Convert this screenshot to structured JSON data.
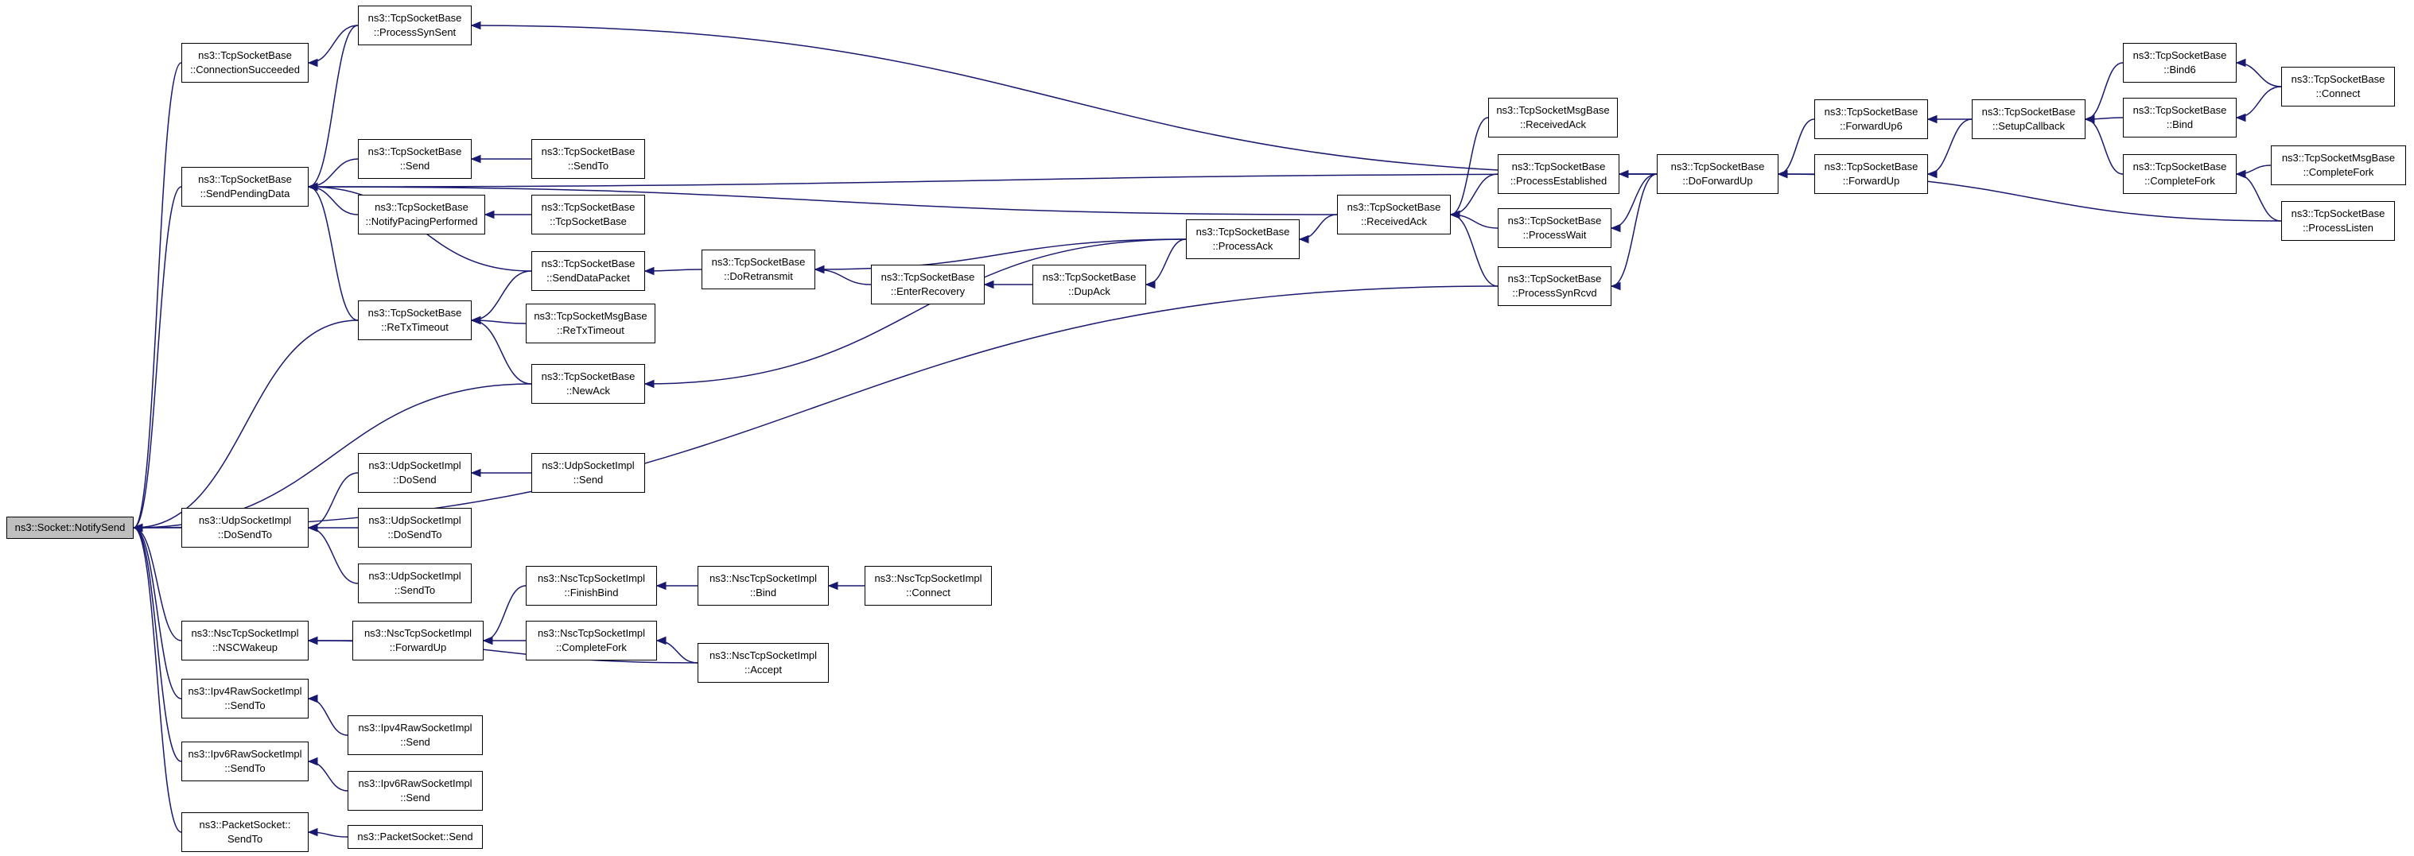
{
  "graph": {
    "nodes": [
      {
        "id": "root",
        "lines": [
          "ns3::Socket::NotifySend"
        ]
      },
      {
        "id": "connSucceeded",
        "lines": [
          "ns3::TcpSocketBase",
          "::ConnectionSucceeded"
        ]
      },
      {
        "id": "sendPendingData",
        "lines": [
          "ns3::TcpSocketBase",
          "::SendPendingData"
        ]
      },
      {
        "id": "udpDoSendTo",
        "lines": [
          "ns3::UdpSocketImpl",
          "::DoSendTo"
        ]
      },
      {
        "id": "nscWakeup",
        "lines": [
          "ns3::NscTcpSocketImpl",
          "::NSCWakeup"
        ]
      },
      {
        "id": "ipv4SendTo",
        "lines": [
          "ns3::Ipv4RawSocketImpl",
          "::SendTo"
        ]
      },
      {
        "id": "ipv6SendTo",
        "lines": [
          "ns3::Ipv6RawSocketImpl",
          "::SendTo"
        ]
      },
      {
        "id": "packetSendTo",
        "lines": [
          "ns3::PacketSocket::",
          "SendTo"
        ]
      },
      {
        "id": "processSynSent",
        "lines": [
          "ns3::TcpSocketBase",
          "::ProcessSynSent"
        ]
      },
      {
        "id": "tcpSend",
        "lines": [
          "ns3::TcpSocketBase",
          "::Send"
        ]
      },
      {
        "id": "notifyPacing",
        "lines": [
          "ns3::TcpSocketBase",
          "::NotifyPacingPerformed"
        ]
      },
      {
        "id": "reTxTimeout",
        "lines": [
          "ns3::TcpSocketBase",
          "::ReTxTimeout"
        ]
      },
      {
        "id": "udpDoSend",
        "lines": [
          "ns3::UdpSocketImpl",
          "::DoSend"
        ]
      },
      {
        "id": "udpDoSendTo2",
        "lines": [
          "ns3::UdpSocketImpl",
          "::DoSendTo"
        ]
      },
      {
        "id": "udpSendTo",
        "lines": [
          "ns3::UdpSocketImpl",
          "::SendTo"
        ]
      },
      {
        "id": "nscForwardUp",
        "lines": [
          "ns3::NscTcpSocketImpl",
          "::ForwardUp"
        ]
      },
      {
        "id": "ipv4Send",
        "lines": [
          "ns3::Ipv4RawSocketImpl",
          "::Send"
        ]
      },
      {
        "id": "ipv6Send",
        "lines": [
          "ns3::Ipv6RawSocketImpl",
          "::Send"
        ]
      },
      {
        "id": "packetSend",
        "lines": [
          "ns3::PacketSocket::Send"
        ]
      },
      {
        "id": "tcpSendTo",
        "lines": [
          "ns3::TcpSocketBase",
          "::SendTo"
        ]
      },
      {
        "id": "tcpCtor",
        "lines": [
          "ns3::TcpSocketBase",
          "::TcpSocketBase"
        ]
      },
      {
        "id": "sendDataPacket",
        "lines": [
          "ns3::TcpSocketBase",
          "::SendDataPacket"
        ]
      },
      {
        "id": "msgReTxTimeout",
        "lines": [
          "ns3::TcpSocketMsgBase",
          "::ReTxTimeout"
        ]
      },
      {
        "id": "newAck",
        "lines": [
          "ns3::TcpSocketBase",
          "::NewAck"
        ]
      },
      {
        "id": "udpSend",
        "lines": [
          "ns3::UdpSocketImpl",
          "::Send"
        ]
      },
      {
        "id": "nscFinishBind",
        "lines": [
          "ns3::NscTcpSocketImpl",
          "::FinishBind"
        ]
      },
      {
        "id": "nscCompleteFork",
        "lines": [
          "ns3::NscTcpSocketImpl",
          "::CompleteFork"
        ]
      },
      {
        "id": "doRetransmit",
        "lines": [
          "ns3::TcpSocketBase",
          "::DoRetransmit"
        ]
      },
      {
        "id": "enterRecovery",
        "lines": [
          "ns3::TcpSocketBase",
          "::EnterRecovery"
        ]
      },
      {
        "id": "dupAck",
        "lines": [
          "ns3::TcpSocketBase",
          "::DupAck"
        ]
      },
      {
        "id": "processAck",
        "lines": [
          "ns3::TcpSocketBase",
          "::ProcessAck"
        ]
      },
      {
        "id": "nscBind",
        "lines": [
          "ns3::NscTcpSocketImpl",
          "::Bind"
        ]
      },
      {
        "id": "nscAccept",
        "lines": [
          "ns3::NscTcpSocketImpl",
          "::Accept"
        ]
      },
      {
        "id": "nscConnect",
        "lines": [
          "ns3::NscTcpSocketImpl",
          "::Connect"
        ]
      },
      {
        "id": "receivedAck",
        "lines": [
          "ns3::TcpSocketBase",
          "::ReceivedAck"
        ]
      },
      {
        "id": "msgReceivedAck",
        "lines": [
          "ns3::TcpSocketMsgBase",
          "::ReceivedAck"
        ]
      },
      {
        "id": "processEstablished",
        "lines": [
          "ns3::TcpSocketBase",
          "::ProcessEstablished"
        ]
      },
      {
        "id": "processWait",
        "lines": [
          "ns3::TcpSocketBase",
          "::ProcessWait"
        ]
      },
      {
        "id": "processSynRcvd",
        "lines": [
          "ns3::TcpSocketBase",
          "::ProcessSynRcvd"
        ]
      },
      {
        "id": "doForwardUp",
        "lines": [
          "ns3::TcpSocketBase",
          "::DoForwardUp"
        ]
      },
      {
        "id": "forwardUp6",
        "lines": [
          "ns3::TcpSocketBase",
          "::ForwardUp6"
        ]
      },
      {
        "id": "forwardUp",
        "lines": [
          "ns3::TcpSocketBase",
          "::ForwardUp"
        ]
      },
      {
        "id": "setupCallback",
        "lines": [
          "ns3::TcpSocketBase",
          "::SetupCallback"
        ]
      },
      {
        "id": "bind6",
        "lines": [
          "ns3::TcpSocketBase",
          "::Bind6"
        ]
      },
      {
        "id": "bind",
        "lines": [
          "ns3::TcpSocketBase",
          "::Bind"
        ]
      },
      {
        "id": "completeFork",
        "lines": [
          "ns3::TcpSocketBase",
          "::CompleteFork"
        ]
      },
      {
        "id": "processListen",
        "lines": [
          "ns3::TcpSocketBase",
          "::ProcessListen"
        ]
      },
      {
        "id": "connect",
        "lines": [
          "ns3::TcpSocketBase",
          "::Connect"
        ]
      },
      {
        "id": "msgCompleteFork",
        "lines": [
          "ns3::TcpSocketMsgBase",
          "::CompleteFork"
        ]
      }
    ],
    "edges": [
      [
        "connSucceeded",
        "root"
      ],
      [
        "sendPendingData",
        "root"
      ],
      [
        "udpDoSendTo",
        "root"
      ],
      [
        "nscWakeup",
        "root"
      ],
      [
        "ipv4SendTo",
        "root"
      ],
      [
        "ipv6SendTo",
        "root"
      ],
      [
        "packetSendTo",
        "root"
      ],
      [
        "reTxTimeout",
        "root"
      ],
      [
        "newAck",
        "root"
      ],
      [
        "processSynRcvd",
        "root"
      ],
      [
        "processSynSent",
        "connSucceeded"
      ],
      [
        "processSynSent",
        "sendPendingData"
      ],
      [
        "tcpSend",
        "sendPendingData"
      ],
      [
        "notifyPacing",
        "sendPendingData"
      ],
      [
        "reTxTimeout",
        "sendPendingData"
      ],
      [
        "sendDataPacket",
        "sendPendingData"
      ],
      [
        "receivedAck",
        "sendPendingData"
      ],
      [
        "doForwardUp",
        "sendPendingData"
      ],
      [
        "doForwardUp",
        "processSynSent"
      ],
      [
        "tcpSendTo",
        "tcpSend"
      ],
      [
        "tcpCtor",
        "notifyPacing"
      ],
      [
        "sendDataPacket",
        "reTxTimeout"
      ],
      [
        "msgReTxTimeout",
        "reTxTimeout"
      ],
      [
        "newAck",
        "reTxTimeout"
      ],
      [
        "doRetransmit",
        "sendDataPacket"
      ],
      [
        "processAck",
        "newAck"
      ],
      [
        "processAck",
        "doRetransmit"
      ],
      [
        "enterRecovery",
        "doRetransmit"
      ],
      [
        "dupAck",
        "enterRecovery"
      ],
      [
        "processAck",
        "dupAck"
      ],
      [
        "receivedAck",
        "processAck"
      ],
      [
        "msgReceivedAck",
        "receivedAck"
      ],
      [
        "processEstablished",
        "receivedAck"
      ],
      [
        "processWait",
        "receivedAck"
      ],
      [
        "processSynRcvd",
        "receivedAck"
      ],
      [
        "doForwardUp",
        "processEstablished"
      ],
      [
        "doForwardUp",
        "processWait"
      ],
      [
        "doForwardUp",
        "processSynRcvd"
      ],
      [
        "forwardUp6",
        "doForwardUp"
      ],
      [
        "forwardUp",
        "doForwardUp"
      ],
      [
        "processListen",
        "doForwardUp"
      ],
      [
        "setupCallback",
        "forwardUp6"
      ],
      [
        "setupCallback",
        "forwardUp"
      ],
      [
        "bind6",
        "setupCallback"
      ],
      [
        "bind",
        "setupCallback"
      ],
      [
        "completeFork",
        "setupCallback"
      ],
      [
        "connect",
        "bind6"
      ],
      [
        "connect",
        "bind"
      ],
      [
        "msgCompleteFork",
        "completeFork"
      ],
      [
        "processListen",
        "completeFork"
      ],
      [
        "udpDoSend",
        "udpDoSendTo"
      ],
      [
        "udpDoSendTo2",
        "udpDoSendTo"
      ],
      [
        "udpSendTo",
        "udpDoSendTo"
      ],
      [
        "udpSend",
        "udpDoSend"
      ],
      [
        "nscForwardUp",
        "nscWakeup"
      ],
      [
        "nscAccept",
        "nscWakeup"
      ],
      [
        "nscFinishBind",
        "nscForwardUp"
      ],
      [
        "nscCompleteFork",
        "nscForwardUp"
      ],
      [
        "nscBind",
        "nscFinishBind"
      ],
      [
        "nscConnect",
        "nscBind"
      ],
      [
        "nscAccept",
        "nscCompleteFork"
      ],
      [
        "ipv4Send",
        "ipv4SendTo"
      ],
      [
        "ipv6Send",
        "ipv6SendTo"
      ],
      [
        "packetSend",
        "packetSendTo"
      ]
    ],
    "colors": {
      "edge": "#191970",
      "node_border": "#000000",
      "root_fill": "#bfbfbf"
    }
  }
}
